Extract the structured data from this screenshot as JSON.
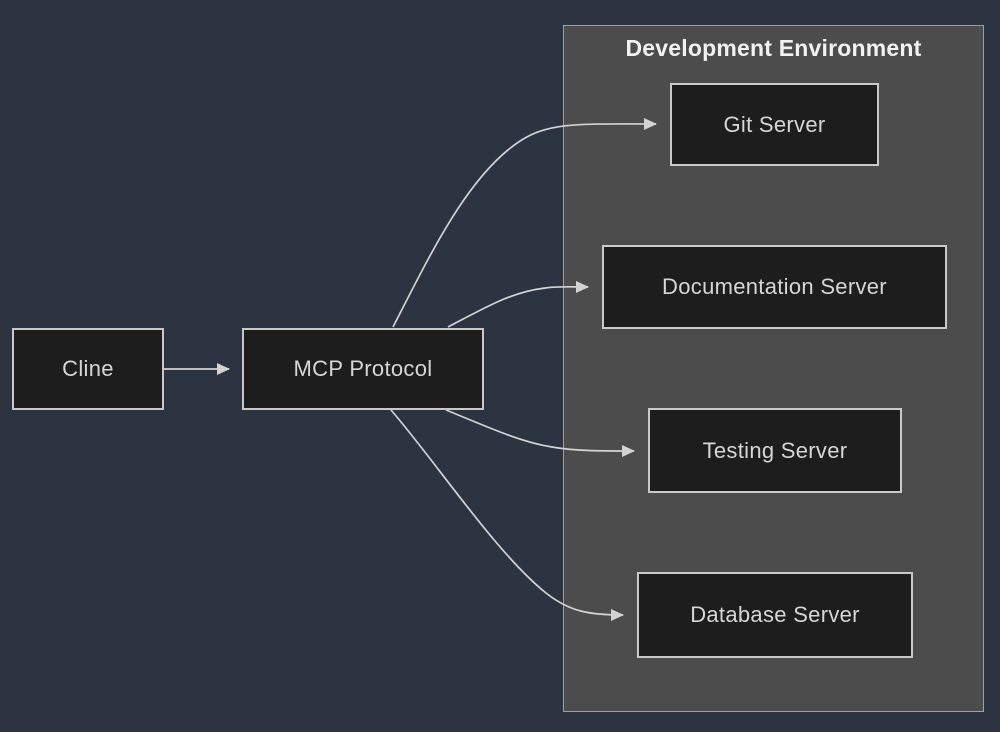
{
  "diagram": {
    "cluster": {
      "title": "Development Environment"
    },
    "nodes": {
      "cline": {
        "label": "Cline"
      },
      "mcp": {
        "label": "MCP Protocol"
      },
      "git": {
        "label": "Git Server"
      },
      "docs": {
        "label": "Documentation Server"
      },
      "testing": {
        "label": "Testing Server"
      },
      "database": {
        "label": "Database Server"
      }
    },
    "edges": [
      {
        "from": "Cline",
        "to": "MCP Protocol",
        "arrow": "filled-triangle"
      },
      {
        "from": "MCP Protocol",
        "to": "Git Server",
        "arrow": "filled-triangle"
      },
      {
        "from": "MCP Protocol",
        "to": "Documentation Server",
        "arrow": "filled-triangle"
      },
      {
        "from": "MCP Protocol",
        "to": "Testing Server",
        "arrow": "filled-triangle"
      },
      {
        "from": "MCP Protocol",
        "to": "Database Server",
        "arrow": "filled-triangle"
      }
    ],
    "colors": {
      "background": "#2c3341",
      "cluster_fill": "#4c4c4c",
      "cluster_border": "#9aa0a8",
      "node_fill": "#1d1d1d",
      "node_border": "#c9c9c9",
      "edge": "#d3d3d3",
      "text": "#d6d6d6",
      "title_text": "#f2f2f2"
    }
  }
}
